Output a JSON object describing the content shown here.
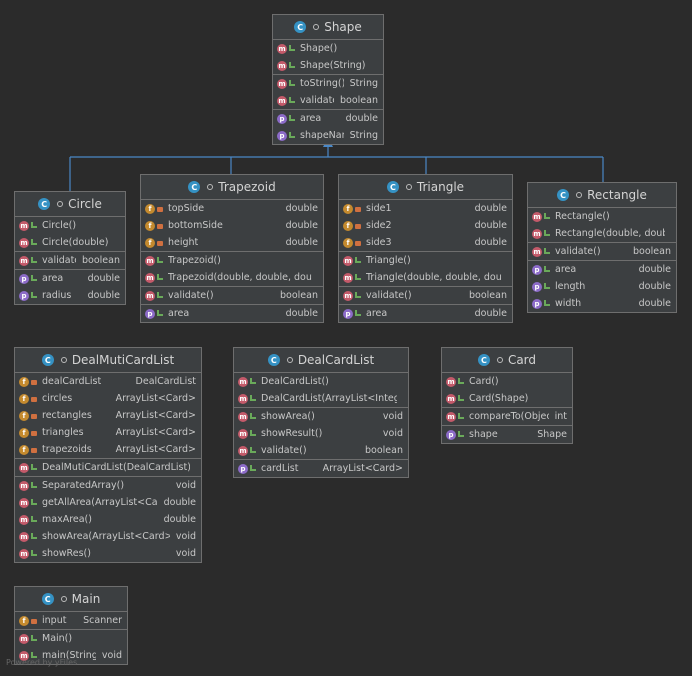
{
  "classes": {
    "shape": {
      "name": "Shape",
      "kind": "abstract",
      "sections": [
        [
          {
            "icon": "m",
            "vis": "pub",
            "name": "Shape()",
            "type": ""
          },
          {
            "icon": "m",
            "vis": "pub",
            "name": "Shape(String)",
            "type": ""
          }
        ],
        [
          {
            "icon": "m",
            "vis": "pub",
            "name": "toString()",
            "type": "String"
          },
          {
            "icon": "m",
            "vis": "pub",
            "name": "validate()",
            "type": "boolean"
          }
        ],
        [
          {
            "icon": "p",
            "vis": "pub",
            "name": "area",
            "type": "double"
          },
          {
            "icon": "p",
            "vis": "pub",
            "name": "shapeName",
            "type": "String"
          }
        ]
      ]
    },
    "circle": {
      "name": "Circle",
      "kind": "class",
      "sections": [
        [
          {
            "icon": "m",
            "vis": "pub",
            "name": "Circle()",
            "type": ""
          },
          {
            "icon": "m",
            "vis": "pub",
            "name": "Circle(double)",
            "type": ""
          }
        ],
        [
          {
            "icon": "m",
            "vis": "pub",
            "name": "validate()",
            "type": "boolean"
          }
        ],
        [
          {
            "icon": "p",
            "vis": "pub",
            "name": "area",
            "type": "double"
          },
          {
            "icon": "p",
            "vis": "pub",
            "name": "radius",
            "type": "double"
          }
        ]
      ]
    },
    "trapezoid": {
      "name": "Trapezoid",
      "kind": "class",
      "sections": [
        [
          {
            "icon": "f",
            "vis": "priv",
            "name": "topSide",
            "type": "double"
          },
          {
            "icon": "f",
            "vis": "priv",
            "name": "bottomSide",
            "type": "double"
          },
          {
            "icon": "f",
            "vis": "priv",
            "name": "height",
            "type": "double"
          }
        ],
        [
          {
            "icon": "m",
            "vis": "pub",
            "name": "Trapezoid()",
            "type": ""
          },
          {
            "icon": "m",
            "vis": "pub",
            "name": "Trapezoid(double, double, double)",
            "type": ""
          }
        ],
        [
          {
            "icon": "m",
            "vis": "pub",
            "name": "validate()",
            "type": "boolean"
          }
        ],
        [
          {
            "icon": "p",
            "vis": "pub",
            "name": "area",
            "type": "double"
          }
        ]
      ]
    },
    "triangle": {
      "name": "Triangle",
      "kind": "class",
      "sections": [
        [
          {
            "icon": "f",
            "vis": "priv",
            "name": "side1",
            "type": "double"
          },
          {
            "icon": "f",
            "vis": "priv",
            "name": "side2",
            "type": "double"
          },
          {
            "icon": "f",
            "vis": "priv",
            "name": "side3",
            "type": "double"
          }
        ],
        [
          {
            "icon": "m",
            "vis": "pub",
            "name": "Triangle()",
            "type": ""
          },
          {
            "icon": "m",
            "vis": "pub",
            "name": "Triangle(double, double, double)",
            "type": ""
          }
        ],
        [
          {
            "icon": "m",
            "vis": "pub",
            "name": "validate()",
            "type": "boolean"
          }
        ],
        [
          {
            "icon": "p",
            "vis": "pub",
            "name": "area",
            "type": "double"
          }
        ]
      ]
    },
    "rectangle": {
      "name": "Rectangle",
      "kind": "class",
      "sections": [
        [
          {
            "icon": "m",
            "vis": "pub",
            "name": "Rectangle()",
            "type": ""
          },
          {
            "icon": "m",
            "vis": "pub",
            "name": "Rectangle(double, double)",
            "type": ""
          }
        ],
        [
          {
            "icon": "m",
            "vis": "pub",
            "name": "validate()",
            "type": "boolean"
          }
        ],
        [
          {
            "icon": "p",
            "vis": "pub",
            "name": "area",
            "type": "double"
          },
          {
            "icon": "p",
            "vis": "pub",
            "name": "length",
            "type": "double"
          },
          {
            "icon": "p",
            "vis": "pub",
            "name": "width",
            "type": "double"
          }
        ]
      ]
    },
    "dealmuticardlist": {
      "name": "DealMutiCardList",
      "kind": "class",
      "sections": [
        [
          {
            "icon": "f",
            "vis": "priv",
            "name": "dealCardList",
            "type": "DealCardList"
          },
          {
            "icon": "f",
            "vis": "priv",
            "name": "circles",
            "type": "ArrayList<Card>"
          },
          {
            "icon": "f",
            "vis": "priv",
            "name": "rectangles",
            "type": "ArrayList<Card>"
          },
          {
            "icon": "f",
            "vis": "priv",
            "name": "triangles",
            "type": "ArrayList<Card>"
          },
          {
            "icon": "f",
            "vis": "priv",
            "name": "trapezoids",
            "type": "ArrayList<Card>"
          }
        ],
        [
          {
            "icon": "m",
            "vis": "pub",
            "name": "DealMutiCardList(DealCardList)",
            "type": ""
          }
        ],
        [
          {
            "icon": "m",
            "vis": "pub",
            "name": "SeparatedArray()",
            "type": "void"
          },
          {
            "icon": "m",
            "vis": "pub",
            "name": "getAllArea(ArrayList<Card>)",
            "type": "double"
          },
          {
            "icon": "m",
            "vis": "pub",
            "name": "maxArea()",
            "type": "double"
          },
          {
            "icon": "m",
            "vis": "pub",
            "name": "showArea(ArrayList<Card>)",
            "type": "void"
          },
          {
            "icon": "m",
            "vis": "pub",
            "name": "showRes()",
            "type": "void"
          }
        ]
      ]
    },
    "dealcardlist": {
      "name": "DealCardList",
      "kind": "class",
      "sections": [
        [
          {
            "icon": "m",
            "vis": "pub",
            "name": "DealCardList()",
            "type": ""
          },
          {
            "icon": "m",
            "vis": "pub",
            "name": "DealCardList(ArrayList<Integer>)",
            "type": ""
          }
        ],
        [
          {
            "icon": "m",
            "vis": "pub",
            "name": "showArea()",
            "type": "void"
          },
          {
            "icon": "m",
            "vis": "pub",
            "name": "showResult()",
            "type": "void"
          },
          {
            "icon": "m",
            "vis": "pub",
            "name": "validate()",
            "type": "boolean"
          }
        ],
        [
          {
            "icon": "p",
            "vis": "pub",
            "name": "cardList",
            "type": "ArrayList<Card>"
          }
        ]
      ]
    },
    "card": {
      "name": "Card",
      "kind": "class",
      "sections": [
        [
          {
            "icon": "m",
            "vis": "pub",
            "name": "Card()",
            "type": ""
          },
          {
            "icon": "m",
            "vis": "pub",
            "name": "Card(Shape)",
            "type": ""
          }
        ],
        [
          {
            "icon": "m",
            "vis": "pub",
            "name": "compareTo(Object)",
            "type": "int"
          }
        ],
        [
          {
            "icon": "p",
            "vis": "pub",
            "name": "shape",
            "type": "Shape"
          }
        ]
      ]
    },
    "main": {
      "name": "Main",
      "kind": "class",
      "sections": [
        [
          {
            "icon": "f",
            "vis": "priv",
            "name": "input",
            "type": "Scanner"
          }
        ],
        [
          {
            "icon": "m",
            "vis": "pub",
            "name": "Main()",
            "type": ""
          },
          {
            "icon": "m",
            "vis": "pub",
            "name": "main(String[])",
            "type": "void"
          }
        ]
      ]
    }
  },
  "icon_names": {
    "m": "method-icon",
    "f": "field-icon",
    "p": "property-icon",
    "class": "class-icon",
    "abstract": "abstract-class-icon"
  },
  "colors": {
    "background": "#2b2b2b",
    "box": "#3c3f41",
    "arrow": "#4a88c7"
  },
  "footer": "Powered by yFiles"
}
